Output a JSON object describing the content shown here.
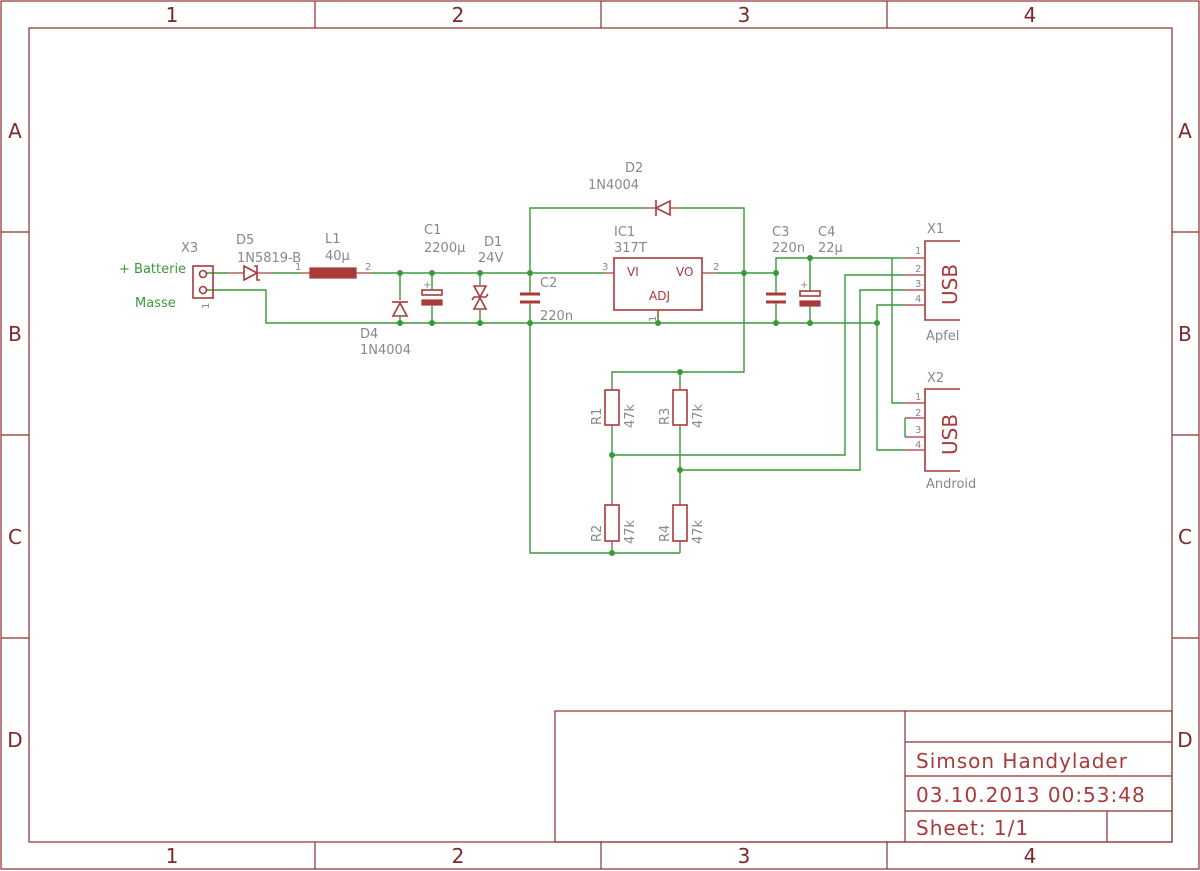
{
  "zones": {
    "cols": [
      "1",
      "2",
      "3",
      "4"
    ],
    "rows": [
      "A",
      "B",
      "C",
      "D"
    ]
  },
  "nets": {
    "battery_plus": "+ Batterie",
    "ground": "Masse"
  },
  "parts": {
    "x3": {
      "name": "X3",
      "pin1": "1"
    },
    "d5": {
      "name": "D5",
      "value": "1N5819-B"
    },
    "l1": {
      "name": "L1",
      "value": "40µ",
      "pin1": "1",
      "pin2": "2"
    },
    "d4": {
      "name": "D4",
      "value": "1N4004"
    },
    "c1": {
      "name": "C1",
      "value": "2200µ"
    },
    "d1": {
      "name": "D1",
      "value": "24V"
    },
    "c2": {
      "name": "C2",
      "value": "220n"
    },
    "d2": {
      "name": "D2",
      "value": "1N4004"
    },
    "ic1": {
      "name": "IC1",
      "value": "317T",
      "vi": "VI",
      "vo": "VO",
      "adj": "ADJ",
      "pin1": "1",
      "pin2": "2",
      "pin3": "3"
    },
    "c3": {
      "name": "C3",
      "value": "220n"
    },
    "c4": {
      "name": "C4",
      "value": "22µ"
    },
    "r1": {
      "name": "R1",
      "value": "47k"
    },
    "r2": {
      "name": "R2",
      "value": "47k"
    },
    "r3": {
      "name": "R3",
      "value": "47k"
    },
    "r4": {
      "name": "R4",
      "value": "47k"
    },
    "x1": {
      "name": "X1",
      "label": "USB",
      "value": "Apfel",
      "pins": [
        "1",
        "2",
        "3",
        "4"
      ]
    },
    "x2": {
      "name": "X2",
      "label": "USB",
      "value": "Android",
      "pins": [
        "1",
        "2",
        "3",
        "4"
      ]
    }
  },
  "title_block": {
    "title": "Simson Handylader",
    "date": "03.10.2013 00:53:48",
    "sheet": "Sheet: 1/1"
  },
  "colors": {
    "frame": "#8c2f2f",
    "part": "#a83a3a",
    "wire": "#3a9a3a",
    "label": "#888888"
  }
}
